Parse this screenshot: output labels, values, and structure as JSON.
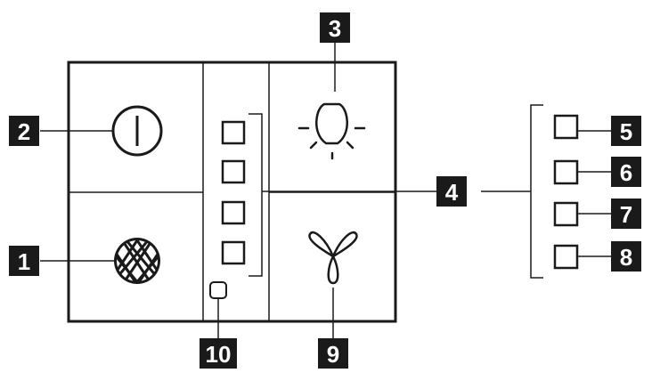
{
  "callouts": {
    "power": "2",
    "grease_filter": "1",
    "light": "3",
    "button_group": "4",
    "button_1": "5",
    "button_2": "6",
    "button_3": "7",
    "button_4": "8",
    "fan": "9",
    "indicator": "10"
  },
  "colors": {
    "line": "#1a1a1a",
    "badge_bg": "#1a1a1a",
    "badge_text": "#ffffff",
    "background": "#ffffff"
  },
  "icons": {
    "power": "power-icon",
    "grease_filter": "grease-filter-icon",
    "light": "light-bulb-icon",
    "fan": "fan-icon"
  }
}
